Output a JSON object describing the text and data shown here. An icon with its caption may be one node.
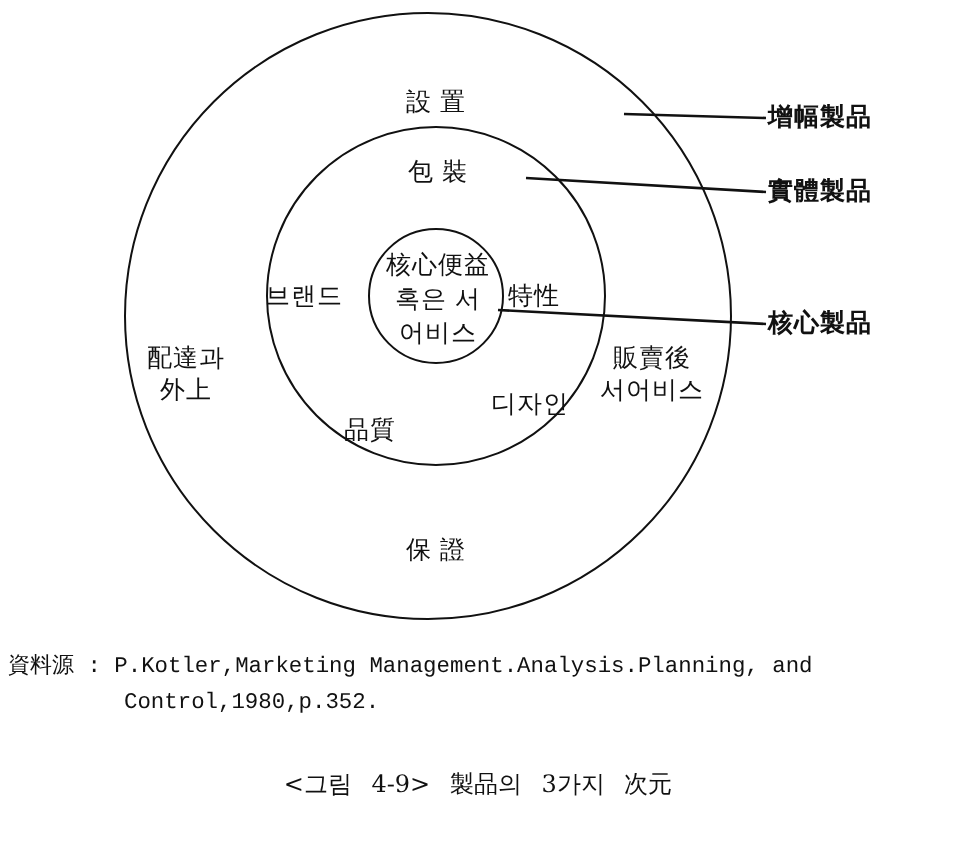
{
  "diagram": {
    "caption": "<그림 4-9> 製品의 3가지 次元",
    "nodes": [
      {
        "text": [
          "設 置",
          "配達과 外上",
          "販賣後 서어비스",
          "保 證"
        ]
      },
      {
        "text": [
          "包 裝",
          "브랜드",
          "特性",
          "品質",
          "디자인"
        ],
        "in": 0
      },
      {
        "text": [
          "核心便益 혹은 서어비스"
        ],
        "in": 1
      },
      {
        "text": [
          "增幅製品"
        ]
      },
      {
        "text": [
          "實體製品"
        ]
      },
      {
        "text": [
          "核心製品"
        ]
      }
    ],
    "edges": [
      {
        "from": 3,
        "to": 0,
        "arrow": "none"
      },
      {
        "from": 4,
        "to": 1,
        "arrow": "none"
      },
      {
        "from": 5,
        "to": 2,
        "arrow": "none"
      }
    ],
    "labels": [
      "資料源 : P.Kotler,Marketing Management.Analysis.Planning, and Control,1980,p.352."
    ]
  }
}
